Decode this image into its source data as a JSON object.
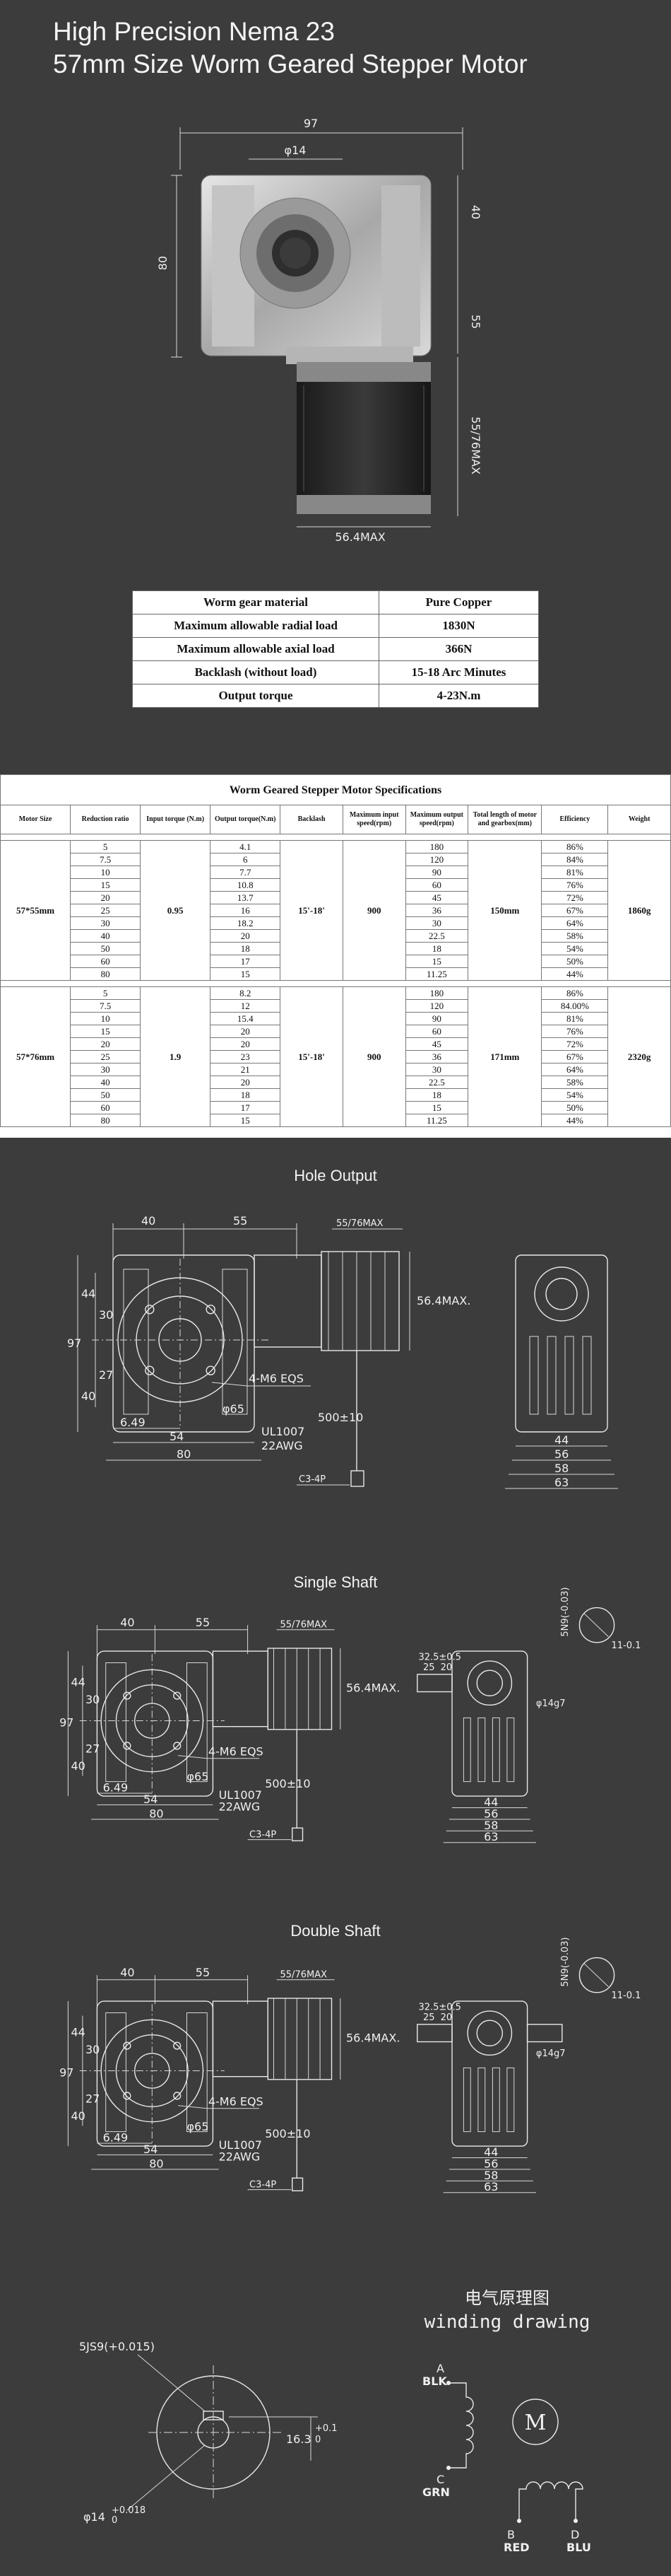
{
  "header": {
    "line1": "High Precision Nema 23",
    "line2": "57mm Size Worm Geared Stepper Motor"
  },
  "photo_dims": {
    "width": "97",
    "phi": "φ14",
    "height": "80",
    "upper": "40",
    "mid": "55",
    "motor_len": "55/76MAX",
    "motor_w": "56.4MAX"
  },
  "spec_table": [
    {
      "label": "Worm gear material",
      "value": "Pure Copper"
    },
    {
      "label": "Maximum allowable radial load",
      "value": "1830N"
    },
    {
      "label": "Maximum allowable axial load",
      "value": "366N"
    },
    {
      "label": "Backlash (without load)",
      "value": "15-18 Arc Minutes"
    },
    {
      "label": "Output torque",
      "value": "4-23N.m"
    }
  ],
  "motor_specs": {
    "title": "Worm Geared Stepper Motor Specifications",
    "headers": [
      "Motor Size",
      "Reduction ratio",
      "Input torque (N.m)",
      "Output torque(N.m)",
      "Backlash",
      "Maximum input speed(rpm)",
      "Maximum output speed(rpm)",
      "Total length of motor and gearbox(mm)",
      "Efficiency",
      "Weight"
    ],
    "groups": [
      {
        "size": "57*55mm",
        "input_torque": "0.95",
        "backlash": "15'-18'",
        "max_input": "900",
        "length": "150mm",
        "weight": "1860g",
        "rows": [
          {
            "ratio": "5",
            "out_torque": "4.1",
            "out_speed": "180",
            "eff": "86%"
          },
          {
            "ratio": "7.5",
            "out_torque": "6",
            "out_speed": "120",
            "eff": "84%"
          },
          {
            "ratio": "10",
            "out_torque": "7.7",
            "out_speed": "90",
            "eff": "81%"
          },
          {
            "ratio": "15",
            "out_torque": "10.8",
            "out_speed": "60",
            "eff": "76%"
          },
          {
            "ratio": "20",
            "out_torque": "13.7",
            "out_speed": "45",
            "eff": "72%"
          },
          {
            "ratio": "25",
            "out_torque": "16",
            "out_speed": "36",
            "eff": "67%"
          },
          {
            "ratio": "30",
            "out_torque": "18.2",
            "out_speed": "30",
            "eff": "64%"
          },
          {
            "ratio": "40",
            "out_torque": "20",
            "out_speed": "22.5",
            "eff": "58%"
          },
          {
            "ratio": "50",
            "out_torque": "18",
            "out_speed": "18",
            "eff": "54%"
          },
          {
            "ratio": "60",
            "out_torque": "17",
            "out_speed": "15",
            "eff": "50%"
          },
          {
            "ratio": "80",
            "out_torque": "15",
            "out_speed": "11.25",
            "eff": "44%"
          }
        ]
      },
      {
        "size": "57*76mm",
        "input_torque": "1.9",
        "backlash": "15'-18'",
        "max_input": "900",
        "length": "171mm",
        "weight": "2320g",
        "rows": [
          {
            "ratio": "5",
            "out_torque": "8.2",
            "out_speed": "180",
            "eff": "86%"
          },
          {
            "ratio": "7.5",
            "out_torque": "12",
            "out_speed": "120",
            "eff": "84.00%"
          },
          {
            "ratio": "10",
            "out_torque": "15.4",
            "out_speed": "90",
            "eff": "81%"
          },
          {
            "ratio": "15",
            "out_torque": "20",
            "out_speed": "60",
            "eff": "76%"
          },
          {
            "ratio": "20",
            "out_torque": "20",
            "out_speed": "45",
            "eff": "72%"
          },
          {
            "ratio": "25",
            "out_torque": "23",
            "out_speed": "36",
            "eff": "67%"
          },
          {
            "ratio": "30",
            "out_torque": "21",
            "out_speed": "30",
            "eff": "64%"
          },
          {
            "ratio": "40",
            "out_torque": "20",
            "out_speed": "22.5",
            "eff": "58%"
          },
          {
            "ratio": "50",
            "out_torque": "18",
            "out_speed": "18",
            "eff": "54%"
          },
          {
            "ratio": "60",
            "out_torque": "17",
            "out_speed": "15",
            "eff": "50%"
          },
          {
            "ratio": "80",
            "out_torque": "15",
            "out_speed": "11.25",
            "eff": "44%"
          }
        ]
      }
    ]
  },
  "drawings": {
    "hole_output": {
      "title": "Hole Output",
      "d40": "40",
      "d55": "55",
      "d5576": "55/76MAX",
      "d564": "56.4MAX.",
      "d44": "44",
      "d30": "30",
      "d97": "97",
      "d27": "27",
      "d40b": "40",
      "m6": "4-M6 EQS",
      "phi65": "φ65",
      "d649": "6.49",
      "d54": "54",
      "d80": "80",
      "d500": "500±10",
      "ul": "UL1007",
      "awg": "22AWG",
      "c3": "C3-4P",
      "s44": "44",
      "s56": "56",
      "s58": "58",
      "s63": "63"
    },
    "single_shaft": {
      "title": "Single Shaft",
      "d40": "40",
      "d55": "55",
      "d5576": "55/76MAX",
      "d564": "56.4MAX.",
      "d44": "44",
      "d30": "30",
      "d97": "97",
      "d27": "27",
      "d40b": "40",
      "m6": "4-M6 EQS",
      "phi65": "φ65",
      "d649": "6.49",
      "d54": "54",
      "d80": "80",
      "d500": "500±10",
      "ul": "UL1007",
      "awg": "22AWG",
      "c3": "C3-4P",
      "s44": "44",
      "s56": "56",
      "s58": "58",
      "s63": "63",
      "k5": "5N9(-0.03)",
      "k11": "11-0.1",
      "k325": "32.5±0.5",
      "k25": "25",
      "k20": "20",
      "k14": "φ14g7"
    },
    "double_shaft": {
      "title": "Double Shaft",
      "d40": "40",
      "d55": "55",
      "d5576": "55/76MAX",
      "d564": "56.4MAX.",
      "d44": "44",
      "d30": "30",
      "d97": "97",
      "d27": "27",
      "d40b": "40",
      "m6": "4-M6 EQS",
      "phi65": "φ65",
      "d649": "6.49",
      "d54": "54",
      "d80": "80",
      "d500": "500±10",
      "ul": "UL1007",
      "awg": "22AWG",
      "c3": "C3-4P",
      "s44": "44",
      "s56": "56",
      "s58": "58",
      "s63": "63",
      "k5": "5N9(-0.03)",
      "k11": "11-0.1",
      "k325": "32.5±0.5",
      "k25": "25",
      "k20": "20",
      "k14": "φ14g7"
    }
  },
  "bottom": {
    "keyway": "5JS9(+0.015)",
    "depth": "16.3",
    "depth_tol": "+0.1\n0",
    "bore": "φ14",
    "bore_tol": "+0.018\n0",
    "winding_cn": "电气原理图",
    "winding_en": "winding drawing",
    "motor": "M",
    "a": "A",
    "blk": "BLK",
    "c": "C",
    "grn": "GRN",
    "b": "B",
    "red": "RED",
    "d": "D",
    "blu": "BLU"
  }
}
